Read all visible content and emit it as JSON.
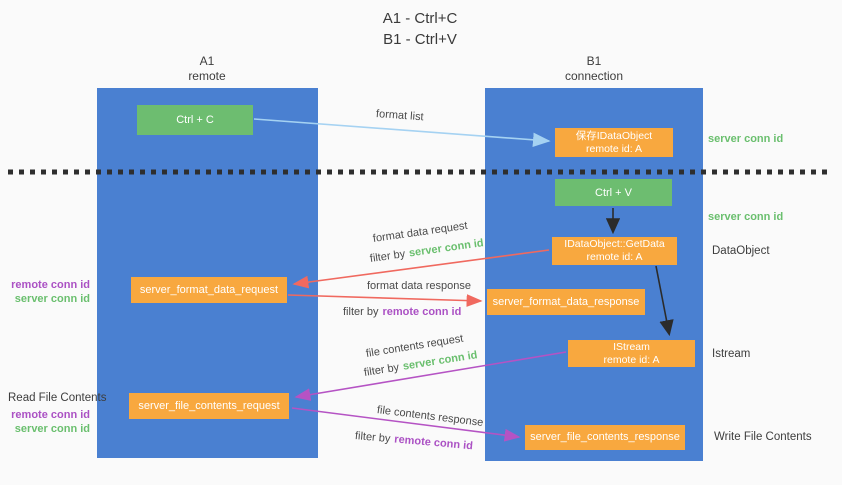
{
  "title": {
    "line1": "A1 - Ctrl+C",
    "line2": "B1 - Ctrl+V"
  },
  "lanes": {
    "left": {
      "title": "A1",
      "subtitle": "remote"
    },
    "right": {
      "title": "B1",
      "subtitle": "connection"
    }
  },
  "nodes": {
    "ctrl_c": {
      "label": "Ctrl + C"
    },
    "ctrl_v": {
      "label": "Ctrl + V"
    },
    "save_dataobject": {
      "line1": "保存IDataObject",
      "line2": "remote id: A"
    },
    "getdata": {
      "line1": "IDataObject::GetData",
      "line2": "remote id: A"
    },
    "istream": {
      "line1": "IStream",
      "line2": "remote id: A"
    },
    "format_request": {
      "label": "server_format_data_request"
    },
    "format_response": {
      "label": "server_format_data_response"
    },
    "file_request": {
      "label": "server_file_contents_request"
    },
    "file_response": {
      "label": "server_file_contents_response"
    }
  },
  "arrow_labels": {
    "format_list": "format list",
    "format_data_request": "format data request",
    "format_data_response": "format data response",
    "file_contents_request": "file contents request",
    "file_contents_response": "file contents response",
    "filter_by": "filter by",
    "server_conn_id": "server conn id",
    "remote_conn_id": "remote conn id"
  },
  "side_labels": {
    "server_conn_id_top": "server conn id",
    "server_conn_id_mid": "server conn id",
    "dataobject": "DataObject",
    "istream": "Istream",
    "write_file_contents": "Write File Contents",
    "read_file_contents": "Read File Contents",
    "remote_conn_id": "remote conn id",
    "server_conn_id": "server conn id"
  },
  "colors": {
    "lane_blue": "#4a80d1",
    "node_green": "#6dbd70",
    "node_orange": "#f8a83f",
    "arrow_red": "#f0695f",
    "arrow_magenta": "#b553c4",
    "arrow_light_blue": "#a5d2f2",
    "arrow_black": "#2b2b2b",
    "text_green": "#6abf6e",
    "text_purple": "#ab51c4",
    "text_dark": "#3d3d3d"
  }
}
